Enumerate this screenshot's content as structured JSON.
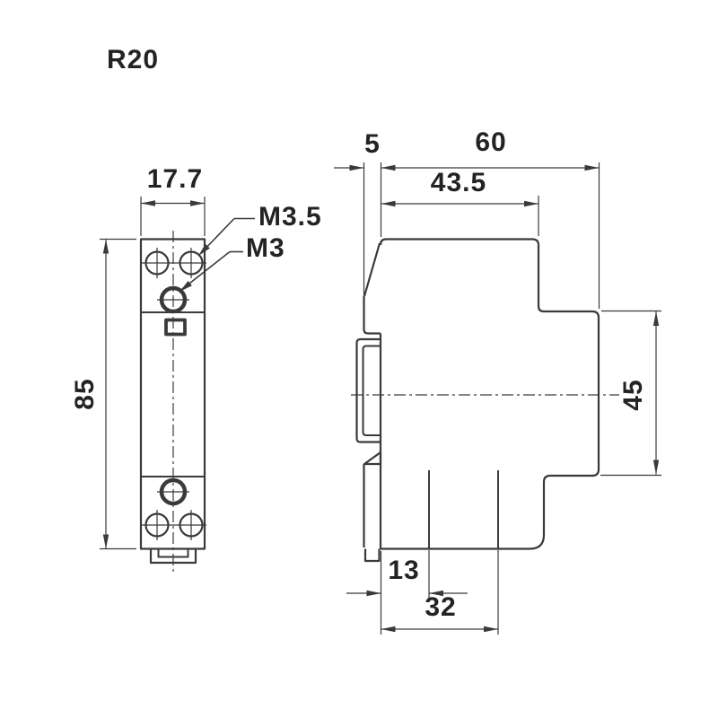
{
  "title": "R20",
  "front_view": {
    "width": "17.7",
    "height": "85",
    "terminal_screw": "M3.5",
    "coil_screw": "M3"
  },
  "side_view": {
    "rail_offset": "5",
    "depth": "60",
    "upper_depth": "43.5",
    "rail_height": "45",
    "terminal_offset": "13",
    "terminal_span": "32"
  },
  "colors": {
    "line": "#3a3a3a",
    "text": "#232323",
    "background": "#ffffff"
  }
}
